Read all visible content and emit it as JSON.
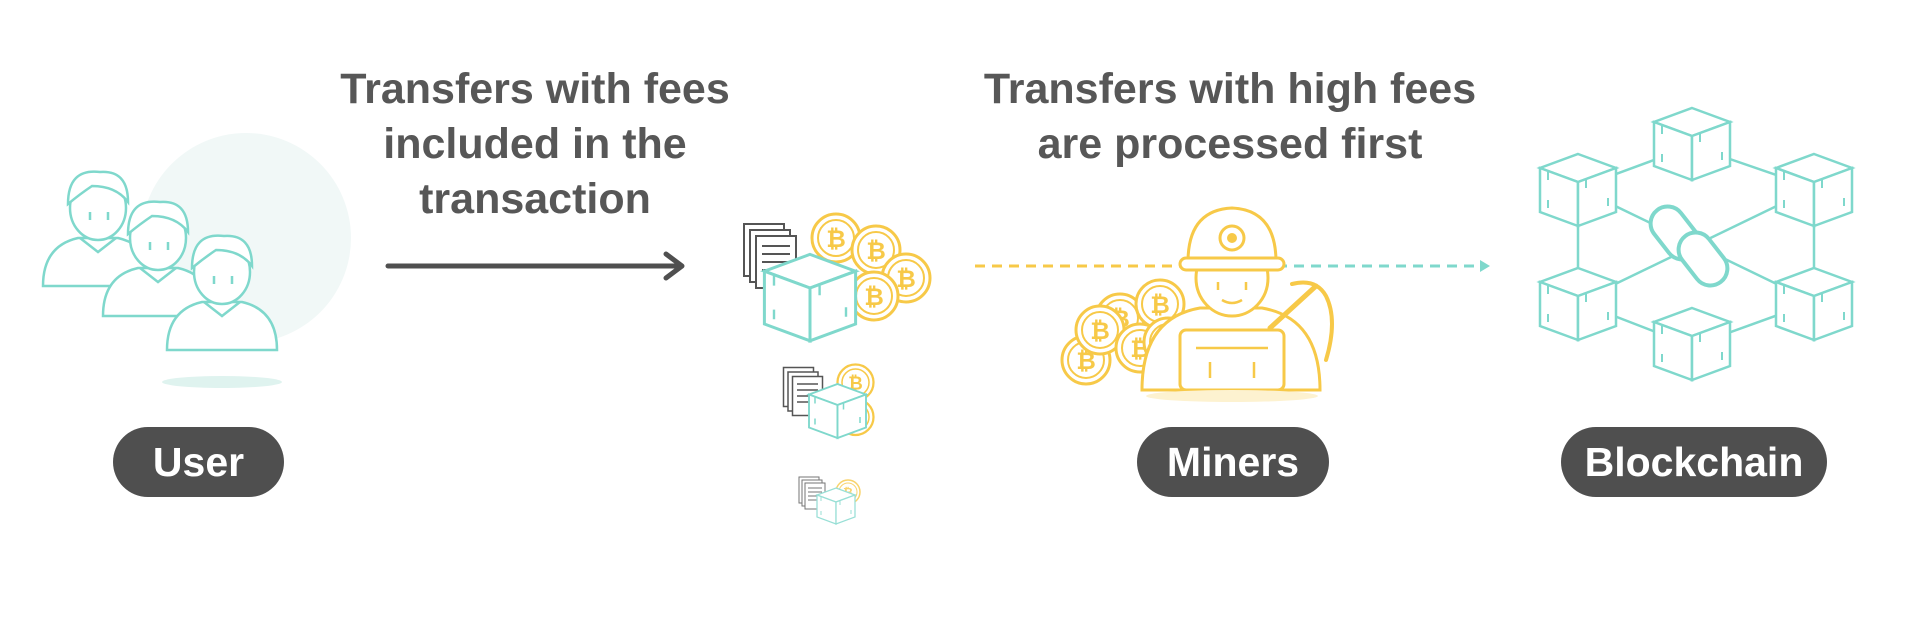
{
  "captions": {
    "fees_included": "Transfers with fees\nincluded in the\ntransaction",
    "high_fees_first": "Transfers with high fees\nare processed first"
  },
  "labels": {
    "user": "User",
    "miners": "Miners",
    "blockchain": "Blockchain"
  },
  "colors": {
    "teal": "#7fd8cc",
    "gold": "#f7c948",
    "dark": "#4f4f4f",
    "text": "#575757"
  },
  "icons": [
    "user-group-icon",
    "arrow-right-icon",
    "transaction-bundle-icon",
    "bitcoin-coin-icon",
    "miner-icon",
    "pickaxe-icon",
    "blockchain-network-icon",
    "chain-link-icon"
  ]
}
